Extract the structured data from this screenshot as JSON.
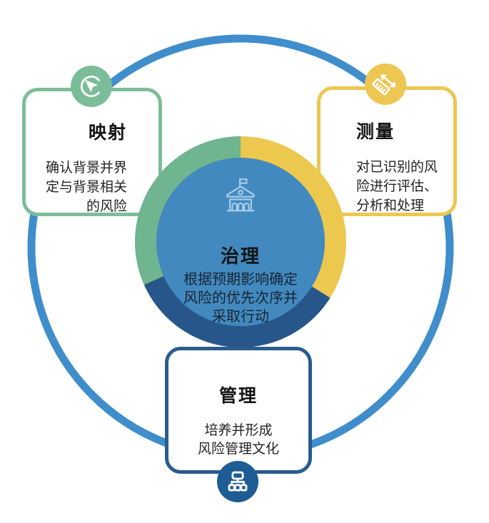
{
  "colors": {
    "outer-blue": "#3f8ecb",
    "green": "#7cbd99",
    "yellow": "#ecc751",
    "navy": "#2a5c8e",
    "icon-navy": "#1d5c94",
    "inner-blue": "#4289c0",
    "building-stroke": "#a6cce7",
    "title-color": "#141414",
    "body-color": "#232323"
  },
  "center": {
    "title": "治理",
    "lines": [
      "根据预期影响确定",
      "风险的优先次序并",
      "采取行动"
    ],
    "icon": "bank-building-icon"
  },
  "cards": {
    "map": {
      "title": "映射",
      "lines": [
        "确认背景并界",
        "定与背景相关",
        "的风险"
      ],
      "icon": "paper-plane-icon"
    },
    "measure": {
      "title": "测量",
      "lines": [
        "对已识别的风",
        "险进行评估、",
        "分析和处理"
      ],
      "icon": "ruler-measure-icon"
    },
    "manage": {
      "title": "管理",
      "lines": [
        "培养并形成",
        "风险管理文化"
      ],
      "icon": "org-chart-icon"
    }
  },
  "ring": {
    "segments": [
      {
        "name": "measure",
        "color": "#ecc84e",
        "from": 0,
        "to": 122
      },
      {
        "name": "manage",
        "color": "#27578a",
        "from": 122,
        "to": 246
      },
      {
        "name": "map",
        "color": "#6fb58f",
        "from": 246,
        "to": 360
      }
    ]
  }
}
